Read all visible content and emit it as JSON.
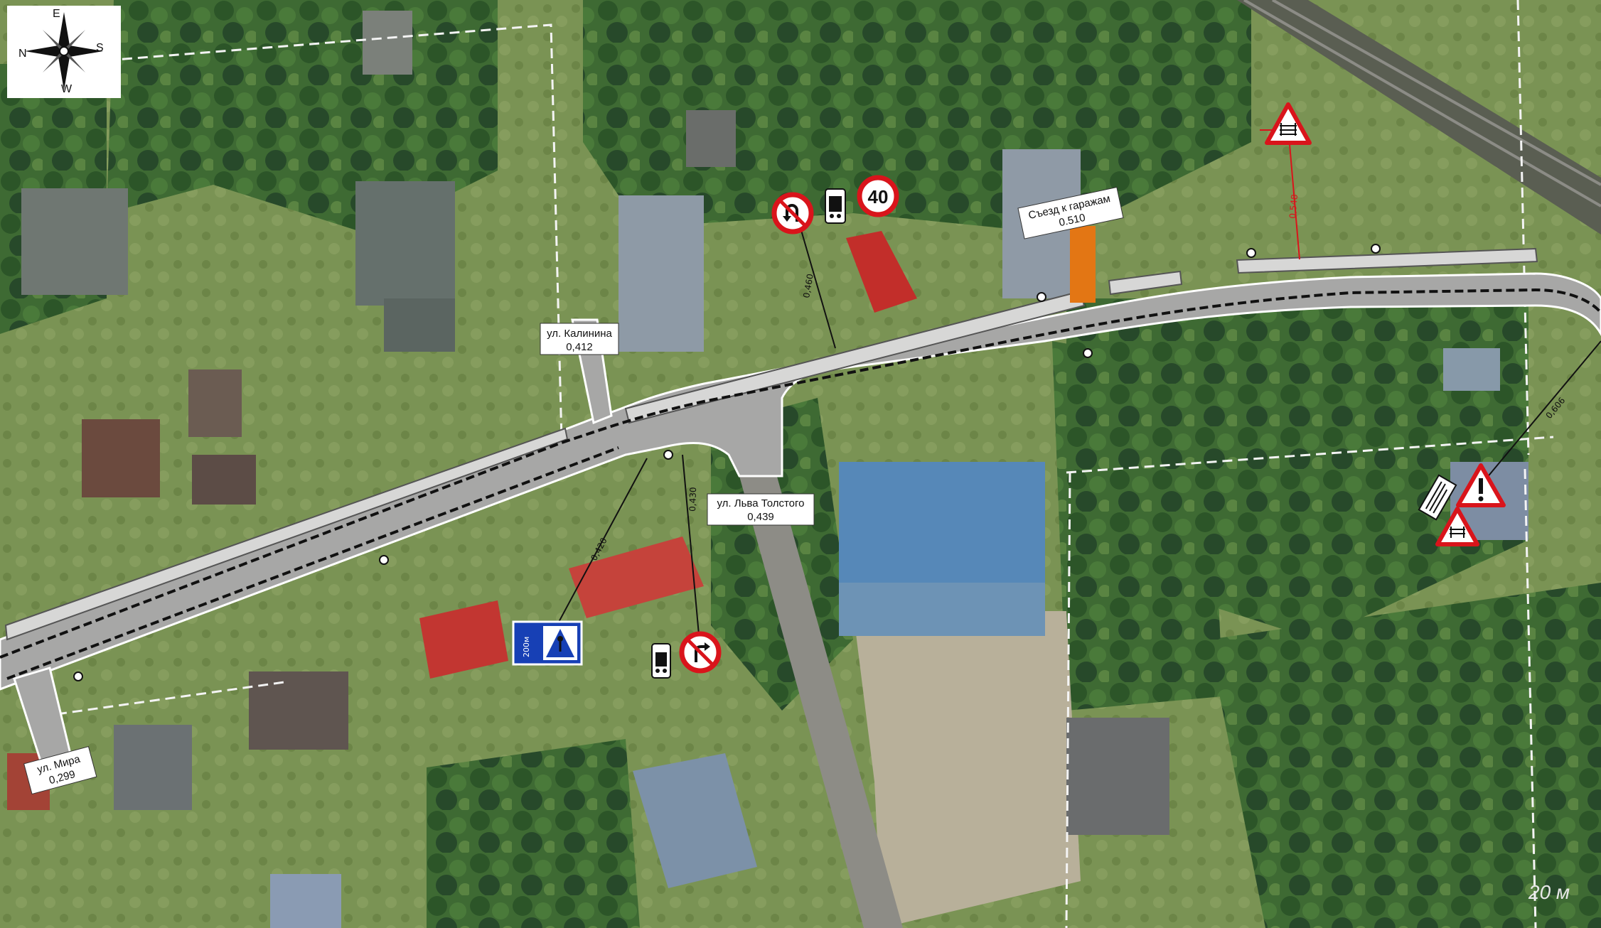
{
  "compass": {
    "north": "N",
    "east": "E",
    "south": "S",
    "west": "W"
  },
  "street_labels": {
    "kalinina": {
      "name": "ул. Калинина",
      "km": "0,412"
    },
    "tolstogo": {
      "name": "ул. Льва Толстого",
      "km": "0,439"
    },
    "mira": {
      "name": "ул. Мира",
      "km": "0,299"
    },
    "garages": {
      "name": "Съезд к гаражам",
      "km": "0.510"
    }
  },
  "chainage": [
    "0,420",
    "0,430",
    "0,460",
    "0,548",
    "0,606"
  ],
  "signs": {
    "speed_limit": "40",
    "pedestrian_distance": "200м"
  },
  "plate_text": "",
  "scale_label": "20 м",
  "colors": {
    "road": "#a9a9a9",
    "road_edge": "#ffffff",
    "dash": "#111111",
    "sign_red": "#d9141b",
    "sign_blue": "#1740b5",
    "entrance": "#e37614",
    "grass": "#6f8f4a",
    "trees": "#2d5527"
  },
  "icons": [
    "compass-rose-icon",
    "no-u-turn-sign-icon",
    "speed-limit-sign-icon",
    "truck-plate-icon",
    "railway-crossing-warning-icon",
    "other-danger-warning-icon",
    "pedestrian-crossing-sign-icon",
    "no-right-turn-sign-icon"
  ]
}
